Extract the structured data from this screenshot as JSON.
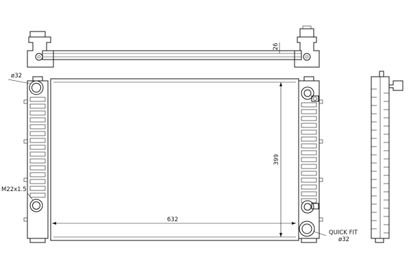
{
  "dimensions": {
    "width": "632",
    "height": "399",
    "top_tube": "26"
  },
  "callouts": {
    "inlet_diameter": "ø32",
    "drain_thread": "M22x1.5",
    "quick_fit_line1": "QUICK FIT",
    "quick_fit_line2": "ø32"
  },
  "colors": {
    "ink": "#111111",
    "paper": "#ffffff"
  }
}
